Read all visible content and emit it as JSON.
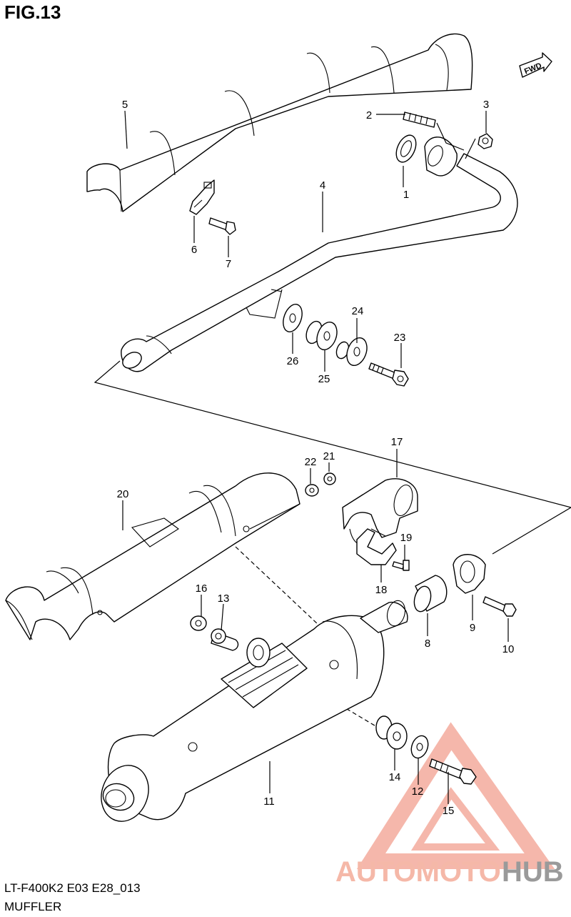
{
  "figure": {
    "title": "FIG.13",
    "model_code": "LT-F400K2 E03 E28_013",
    "section_name": "MUFFLER"
  },
  "fwd_label": "FWD",
  "callouts": [
    {
      "num": "1"
    },
    {
      "num": "2"
    },
    {
      "num": "3"
    },
    {
      "num": "4"
    },
    {
      "num": "5"
    },
    {
      "num": "6"
    },
    {
      "num": "7"
    },
    {
      "num": "8"
    },
    {
      "num": "9"
    },
    {
      "num": "10"
    },
    {
      "num": "11"
    },
    {
      "num": "12"
    },
    {
      "num": "13"
    },
    {
      "num": "14"
    },
    {
      "num": "15"
    },
    {
      "num": "16"
    },
    {
      "num": "17"
    },
    {
      "num": "18"
    },
    {
      "num": "19"
    },
    {
      "num": "20"
    },
    {
      "num": "21"
    },
    {
      "num": "22"
    },
    {
      "num": "23"
    },
    {
      "num": "24"
    },
    {
      "num": "25"
    },
    {
      "num": "26"
    }
  ],
  "watermark": {
    "part1": "AUTOMOTO",
    "part2": "HUB",
    "color_main": "#f5b8a8",
    "color_hub": "#9a9a9a",
    "triangle_color": "#f2a090"
  }
}
